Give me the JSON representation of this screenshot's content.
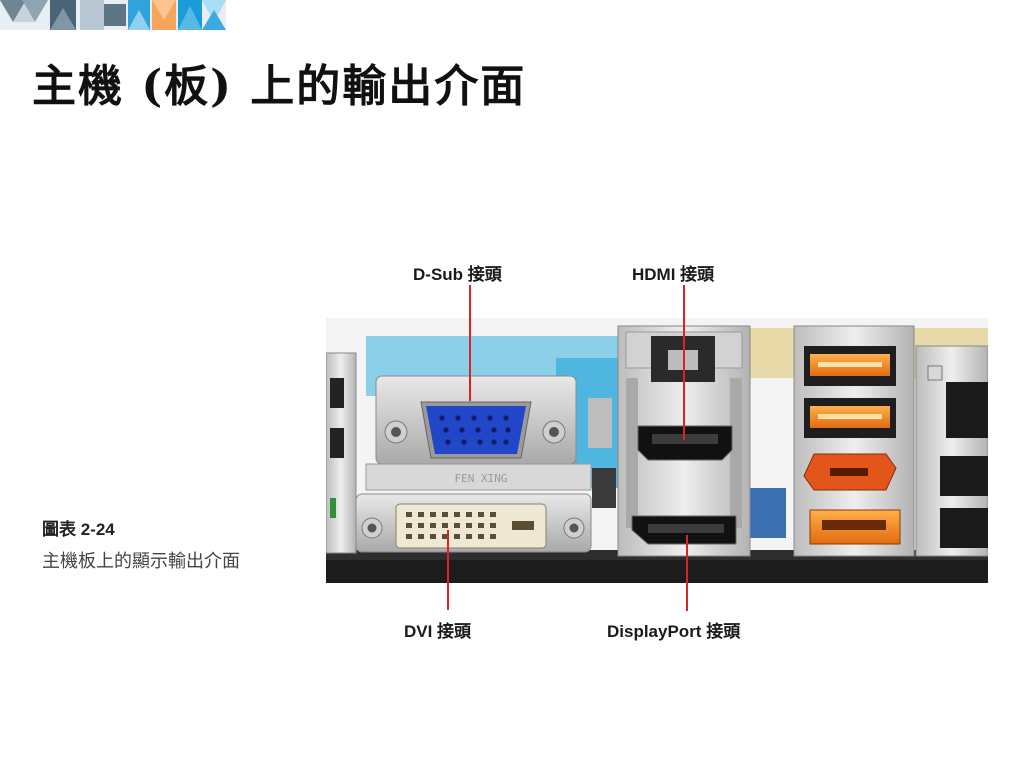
{
  "slide": {
    "title": "主機 (板) 上的輸出介面"
  },
  "figure": {
    "caption_number": "圖表 2-24",
    "caption_text": "主機板上的顯示輸出介面",
    "plate_text": "FEN XING",
    "labels": {
      "dsub": "D-Sub 接頭",
      "hdmi": "HDMI 接頭",
      "dvi": "DVI 接頭",
      "displayport": "DisplayPort 接頭"
    },
    "colors": {
      "leader_line": "#d8232a",
      "vga_blue": "#2146c7",
      "usb_orange": "#f08a1c",
      "board_blue": "#4fb6e0"
    }
  }
}
